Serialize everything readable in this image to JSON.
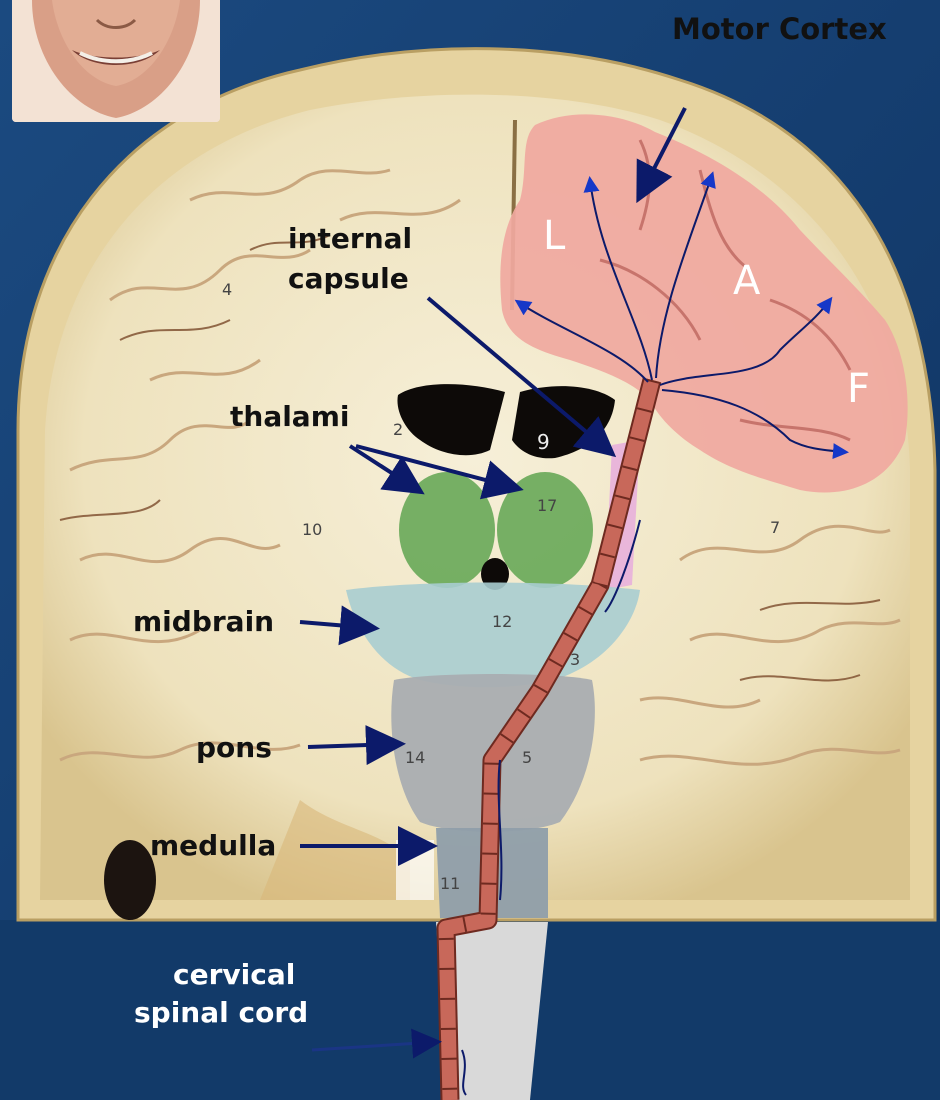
{
  "title": "Motor Cortex",
  "labels": {
    "internal_capsule": [
      "internal",
      "capsule"
    ],
    "thalami": "thalami",
    "midbrain": "midbrain",
    "pons": "pons",
    "medulla": "medulla",
    "cervical_spinal_cord": [
      "cervical",
      "spinal cord"
    ]
  },
  "cortex_letters": {
    "leg": "L",
    "arm": "A",
    "face": "F"
  },
  "section_numbers": [
    "4",
    "2",
    "9",
    "17",
    "10",
    "7",
    "12",
    "3",
    "14",
    "5",
    "11"
  ],
  "colors": {
    "background": "#143d6e",
    "motor_cortex": "#f0a8a0",
    "thalami": "#6aa95a",
    "midbrain": "#a8cdd0",
    "pons": "#a9adb1",
    "medulla": "#8f9eaa",
    "pathway": "#c8685a",
    "arrow": "#0c1a6a",
    "cortex_arrow": "#1638c8",
    "internal_capsule": "#e8b0dc"
  }
}
